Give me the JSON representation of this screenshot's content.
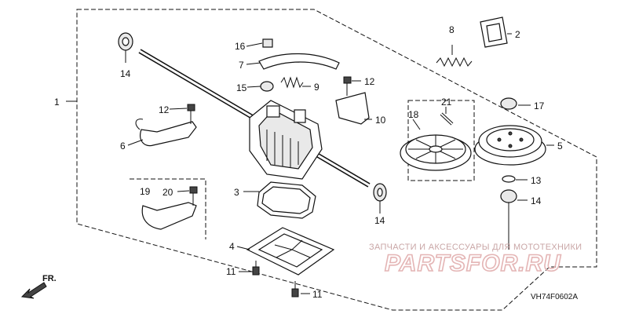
{
  "callouts": {
    "c1": "1",
    "c2": "2",
    "c3": "3",
    "c4": "4",
    "c5": "5",
    "c6": "6",
    "c7": "7",
    "c8": "8",
    "c9": "9",
    "c10": "10",
    "c11a": "11",
    "c11b": "11",
    "c12a": "12",
    "c12b": "12",
    "c13": "13",
    "c14a": "14",
    "c14b": "14",
    "c14c": "14",
    "c15": "15",
    "c16": "16",
    "c17": "17",
    "c18": "18",
    "c19": "19",
    "c20": "20",
    "c21": "21"
  },
  "watermark": {
    "caption": "ЗАПЧАСТИ И АКСЕССУАРЫ ДЛЯ МОТОТЕХНИКИ",
    "brand": "PARTSFOR.RU"
  },
  "direction_label": "FR.",
  "diagram_code": "VH74F0602A"
}
